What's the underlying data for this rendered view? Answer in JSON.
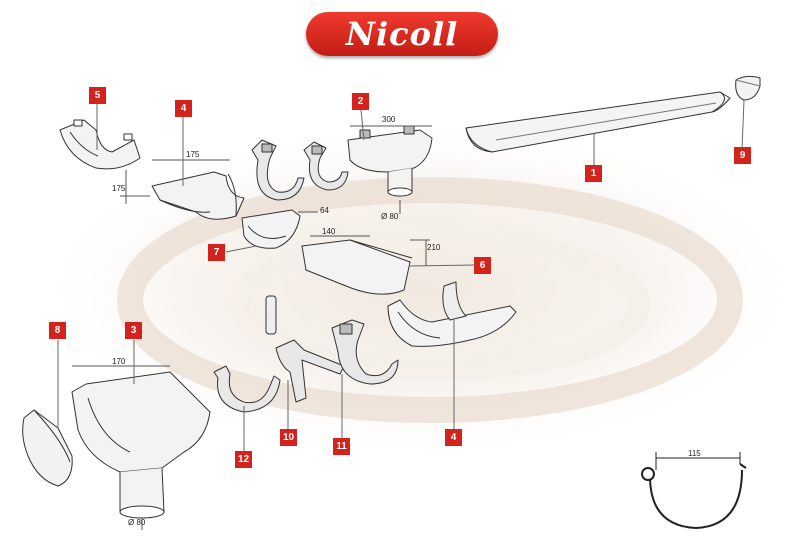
{
  "brand": {
    "logo_text": "Nicoll",
    "accent": "#d3231c"
  },
  "callouts": [
    {
      "id": "tag-5",
      "label": "5"
    },
    {
      "id": "tag-4a",
      "label": "4"
    },
    {
      "id": "tag-2",
      "label": "2"
    },
    {
      "id": "tag-1",
      "label": "1"
    },
    {
      "id": "tag-9",
      "label": "9"
    },
    {
      "id": "tag-7",
      "label": "7"
    },
    {
      "id": "tag-6",
      "label": "6"
    },
    {
      "id": "tag-8",
      "label": "8"
    },
    {
      "id": "tag-3",
      "label": "3"
    },
    {
      "id": "tag-12",
      "label": "12"
    },
    {
      "id": "tag-10",
      "label": "10"
    },
    {
      "id": "tag-11",
      "label": "11"
    },
    {
      "id": "tag-4b",
      "label": "4"
    }
  ],
  "dimensions": {
    "d175_top": "175",
    "d175_left": "175",
    "d300": "300",
    "d64": "64",
    "dia80_outlet": "Ø 80",
    "d140": "140",
    "d210": "210",
    "d170": "170",
    "dia80_bottom": "Ø 80",
    "d115": "115"
  }
}
